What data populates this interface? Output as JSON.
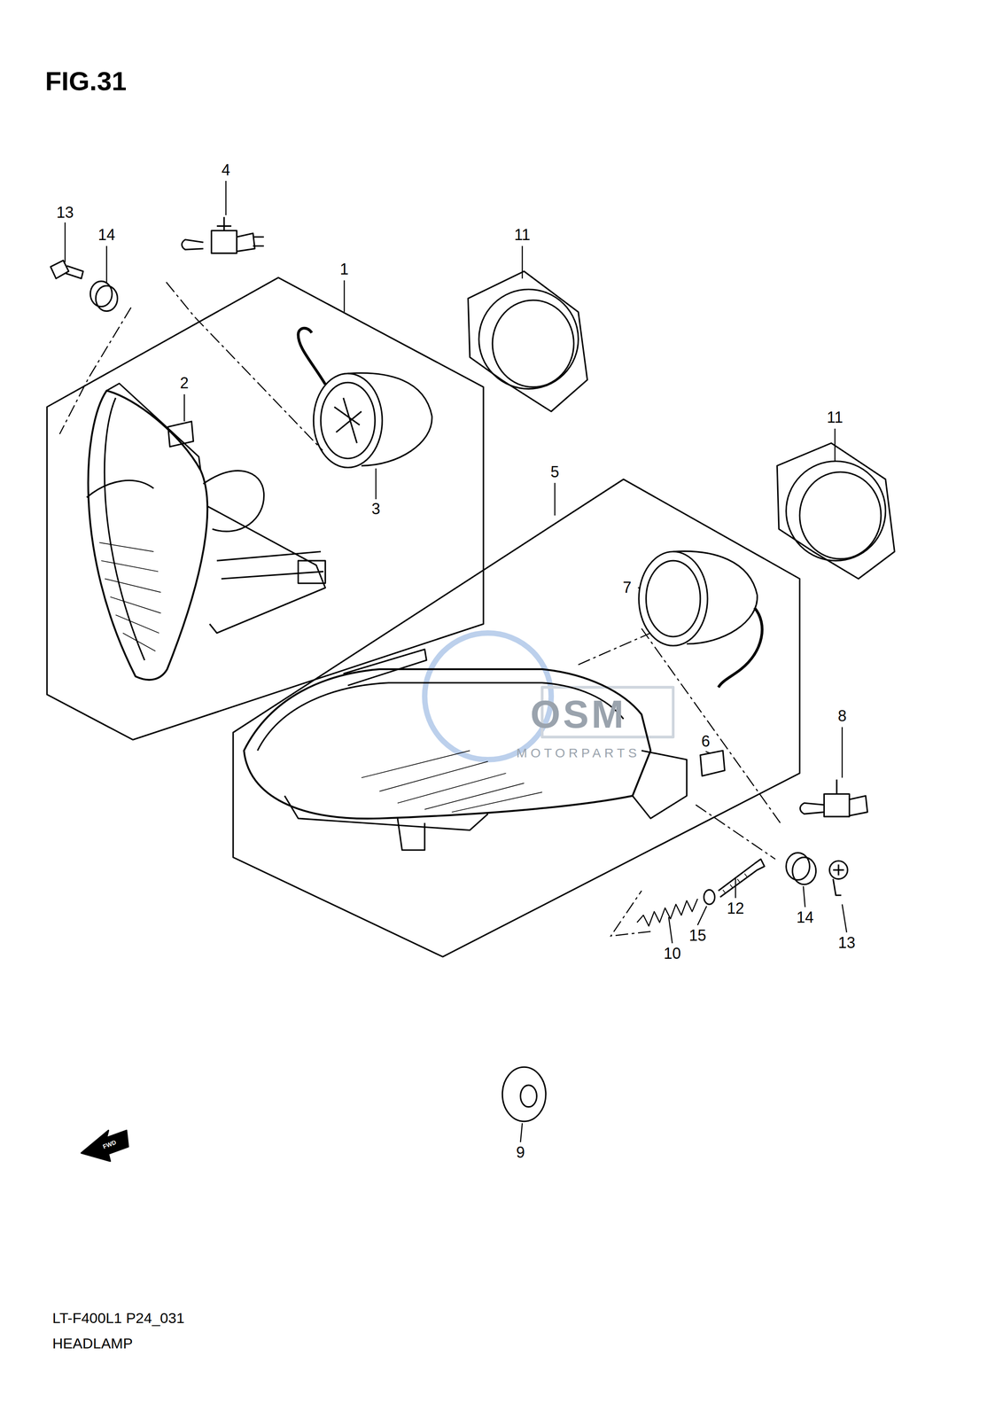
{
  "diagram": {
    "title": "FIG.31",
    "caption": "HEADLAMP",
    "labels": [
      "13",
      "14",
      "4",
      "11",
      "1",
      "2",
      "3",
      "11",
      "5",
      "7",
      "6",
      "8",
      "12",
      "15",
      "10",
      "14",
      "13",
      "9",
      "FWD",
      "OSM",
      "MOTORPARTS",
      "LT-F400L1 P24_031"
    ]
  }
}
